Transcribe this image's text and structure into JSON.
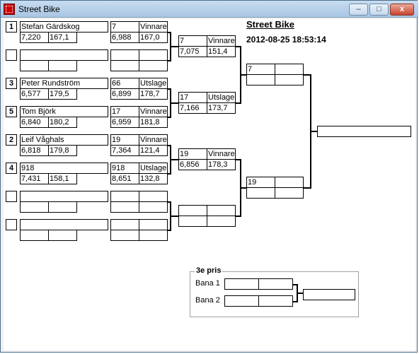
{
  "window": {
    "title": "Street Bike",
    "minimize": "–",
    "maximize": "□",
    "close": "x"
  },
  "header": {
    "title": "Street Bike",
    "date": "2012-08-25 18:53:14"
  },
  "round1": [
    {
      "seed": "1",
      "name": "Stefan Gärdskog",
      "time": "7,220",
      "speed": "167,1"
    },
    {
      "seed": "",
      "name": "",
      "time": "",
      "speed": ""
    },
    {
      "seed": "3",
      "name": "Peter Rundström",
      "time": "6,577",
      "speed": "179,5"
    },
    {
      "seed": "5",
      "name": "Tom Björk",
      "time": "6,840",
      "speed": "180,2"
    },
    {
      "seed": "2",
      "name": "Leif Våghals",
      "time": "6,818",
      "speed": "179,8"
    },
    {
      "seed": "4",
      "name": "918",
      "time": "7,431",
      "speed": "158,1"
    },
    {
      "seed": "",
      "name": "",
      "time": "",
      "speed": ""
    },
    {
      "seed": "",
      "name": "",
      "time": "",
      "speed": ""
    }
  ],
  "round2": [
    {
      "id": "7",
      "result": "Vinnare",
      "time": "6,988",
      "speed": "167,0"
    },
    {
      "id": "",
      "result": "",
      "time": "",
      "speed": ""
    },
    {
      "id": "66",
      "result": "Utslagen",
      "time": "6,899",
      "speed": "178,7"
    },
    {
      "id": "17",
      "result": "Vinnare",
      "time": "6,959",
      "speed": "181,8"
    },
    {
      "id": "19",
      "result": "Vinnare",
      "time": "7,364",
      "speed": "121,4"
    },
    {
      "id": "918",
      "result": "Utslagen",
      "time": "8,651",
      "speed": "132,8"
    },
    {
      "id": "",
      "result": "",
      "time": "",
      "speed": ""
    },
    {
      "id": "",
      "result": "",
      "time": "",
      "speed": ""
    }
  ],
  "round3": [
    {
      "id": "7",
      "result": "Vinnare",
      "time": "7,075",
      "speed": "151,4"
    },
    {
      "id": "17",
      "result": "Utslagen",
      "time": "7,166",
      "speed": "173,7"
    },
    {
      "id": "19",
      "result": "Vinnare",
      "time": "6,856",
      "speed": "178,3"
    },
    {
      "id": "",
      "result": "",
      "time": "",
      "speed": ""
    }
  ],
  "round4": [
    {
      "id": "7",
      "result": "",
      "time": "",
      "speed": ""
    },
    {
      "id": "19",
      "result": "",
      "time": "",
      "speed": ""
    }
  ],
  "final": {
    "winner": ""
  },
  "third_place": {
    "title": "3e pris",
    "lane1_label": "Bana 1",
    "lane2_label": "Bana 2",
    "lane1": {
      "a": "",
      "b": ""
    },
    "lane2": {
      "a": "",
      "b": ""
    },
    "winner": ""
  }
}
